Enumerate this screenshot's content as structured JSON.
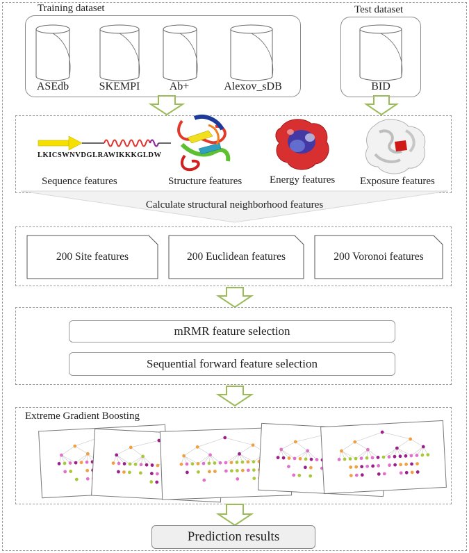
{
  "training": {
    "title": "Training dataset",
    "databases": [
      "ASEdb",
      "SKEMPI",
      "Ab+",
      "Alexov_sDB"
    ]
  },
  "test": {
    "title": "Test dataset",
    "databases": [
      "BID"
    ]
  },
  "features": {
    "sequence_label": "Sequence features",
    "sequence_text": "LKICSWNVDGLRAWIKKKGLDW",
    "structure_label": "Structure features",
    "energy_label": "Energy features",
    "exposure_label": "Exposure features",
    "neighborhood_label": "Calculate structural neighborhood features"
  },
  "neighborhood": {
    "site": "200 Site features",
    "euclidean": "200 Euclidean features",
    "voronoi": "200 Voronoi features"
  },
  "selection": {
    "mrmr": "mRMR feature selection",
    "sfs": "Sequential forward feature selection"
  },
  "model": {
    "title": "Extreme Gradient Boosting"
  },
  "result": {
    "label": "Prediction results"
  },
  "colors": {
    "arrow": "#9bbb59",
    "node_purple": "#9b1f8a",
    "node_pink": "#e070c8",
    "node_orange": "#f0a040",
    "node_green": "#a8c838"
  }
}
